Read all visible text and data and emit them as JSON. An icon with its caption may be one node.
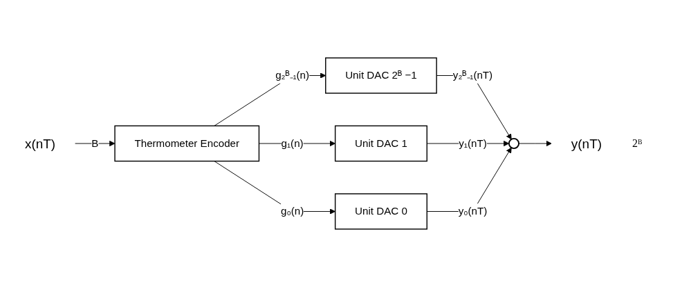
{
  "diagram": {
    "nodes": [
      {
        "text": [
          "x(nT)"
        ]
      },
      {
        "text": [
          "Thermometer Encoder"
        ]
      },
      {
        "text": [
          "Unit DAC 2ᴮ −1"
        ]
      },
      {
        "text": [
          "Unit DAC 1"
        ]
      },
      {
        "text": [
          "Unit DAC 0"
        ]
      },
      {
        "text": [],
        "shape": "circle"
      },
      {
        "text": [
          "y(nT)"
        ]
      }
    ],
    "edges": [
      {
        "from": 0,
        "to": 1,
        "arrow": "to",
        "label": "B"
      },
      {
        "from": 1,
        "to": 2,
        "arrow": "to",
        "label": "g₂ᴮ₋₁(n)"
      },
      {
        "from": 1,
        "to": 3,
        "arrow": "to",
        "label": "g₁(n)"
      },
      {
        "from": 1,
        "to": 4,
        "arrow": "to",
        "label": "g₀(n)"
      },
      {
        "from": 2,
        "to": 5,
        "arrow": "to",
        "label": "y₂ᴮ₋₁(nT)"
      },
      {
        "from": 3,
        "to": 5,
        "arrow": "to",
        "label": "y₁(nT)"
      },
      {
        "from": 4,
        "to": 5,
        "arrow": "to",
        "label": "y₀(nT)"
      },
      {
        "from": 5,
        "to": 6,
        "arrow": "to"
      }
    ],
    "labels": [
      "2ᴮ"
    ]
  }
}
